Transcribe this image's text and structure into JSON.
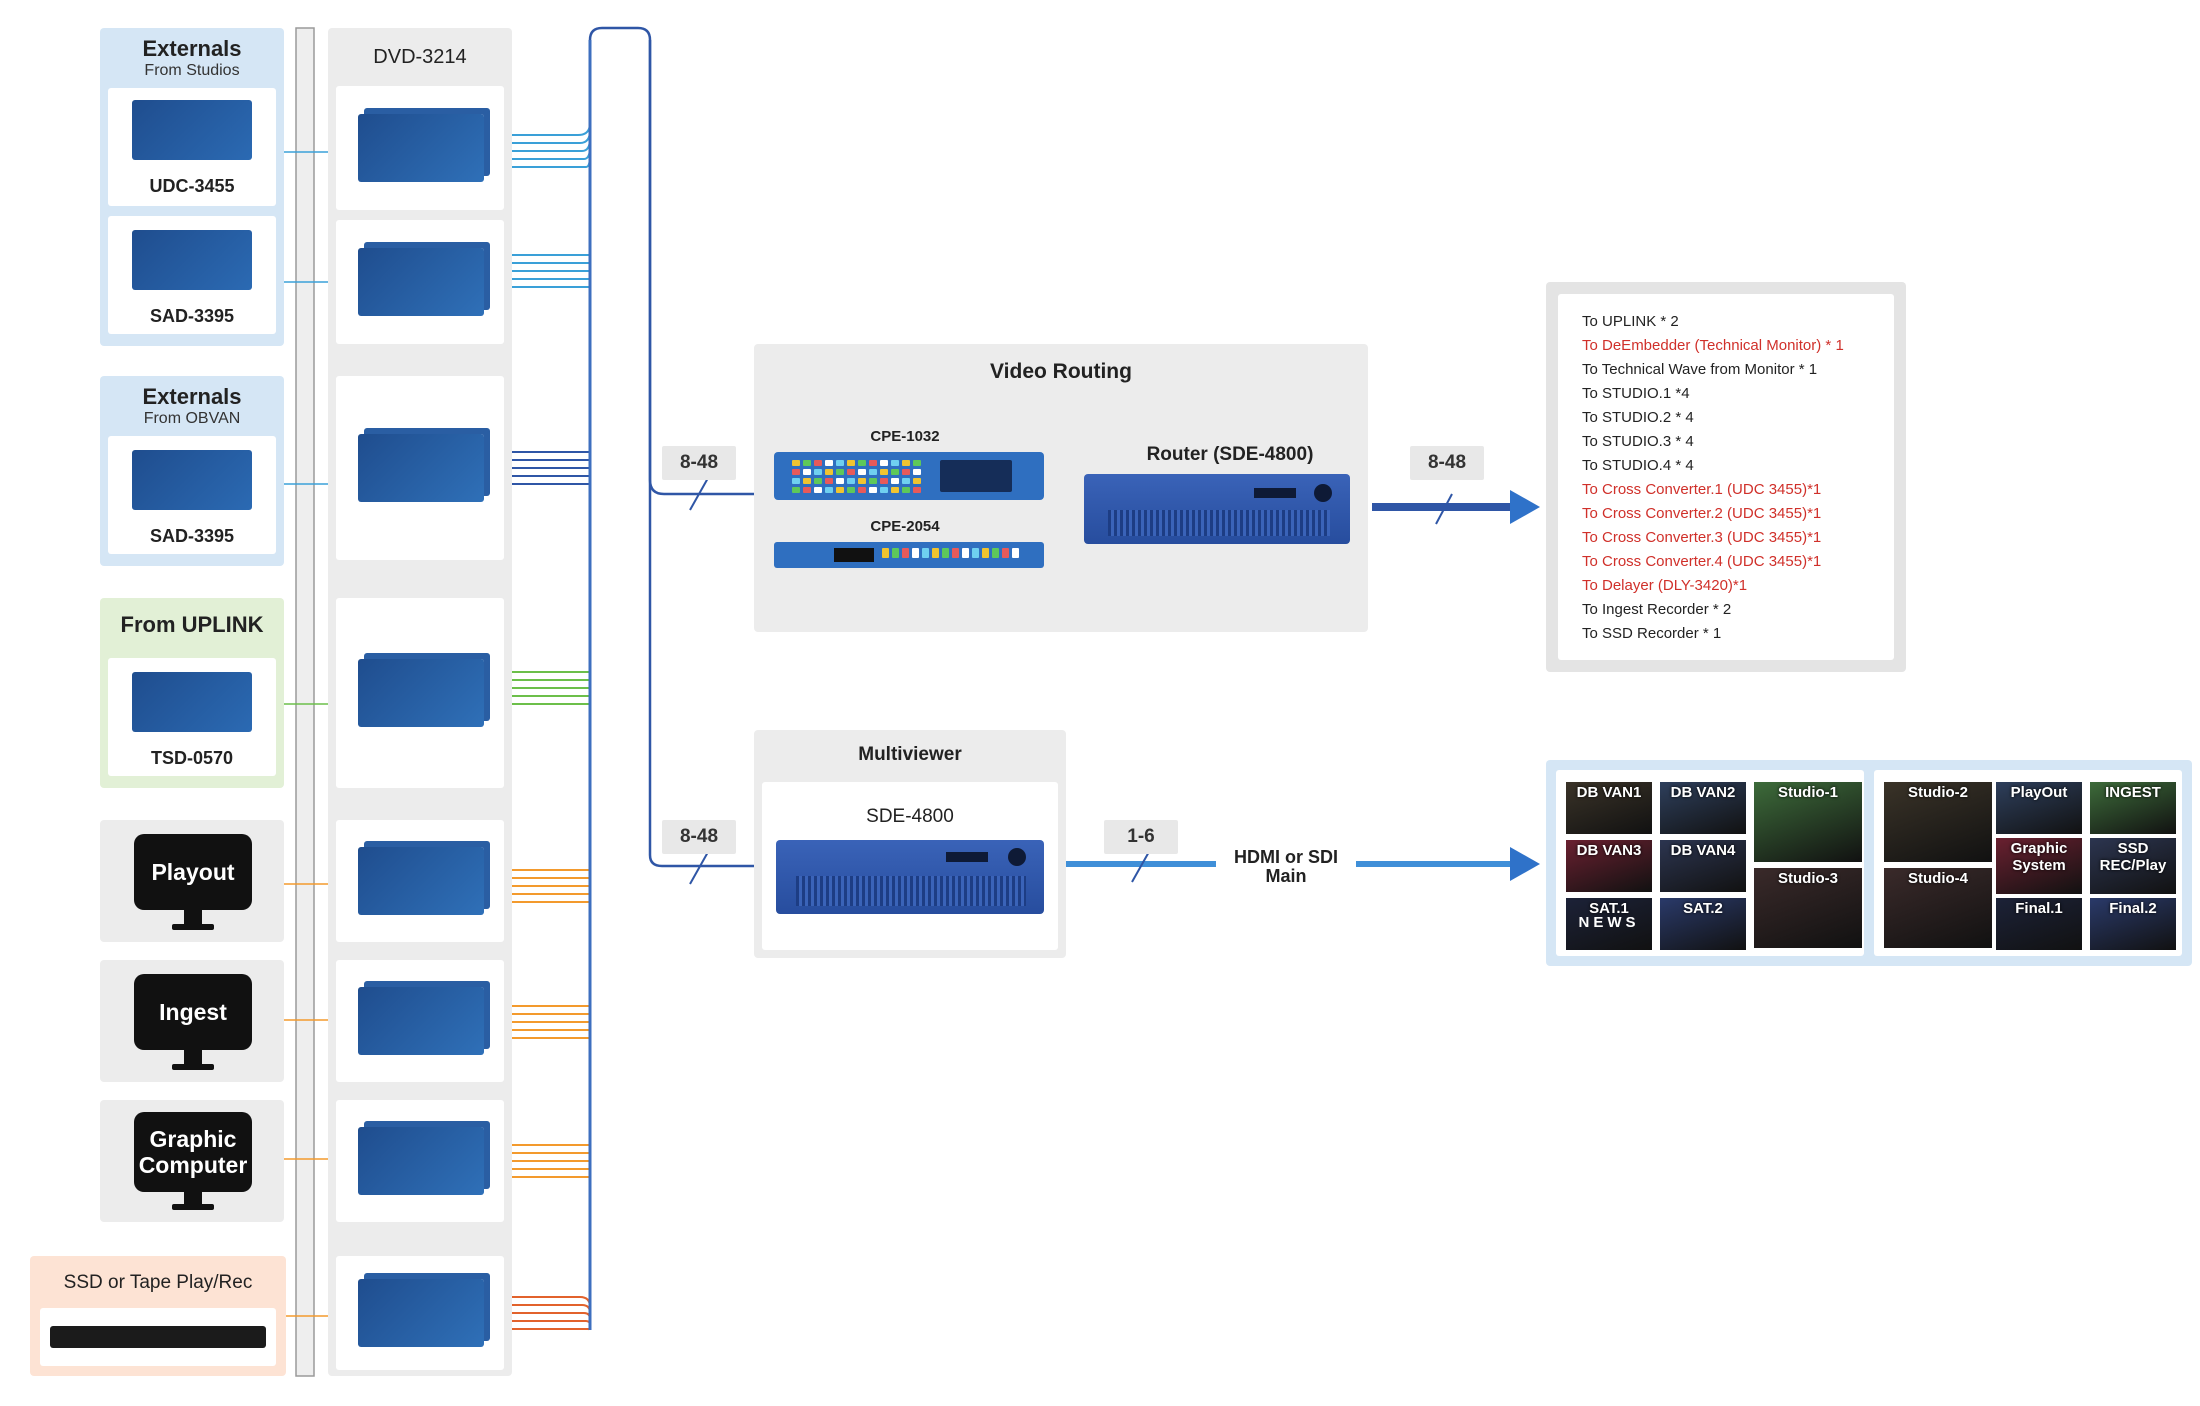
{
  "left": {
    "externals_studios": {
      "title": "Externals",
      "subtitle": "From Studios",
      "devices": [
        "UDC-3455",
        "SAD-3395"
      ]
    },
    "externals_obvan": {
      "title": "Externals",
      "subtitle": "From OBVAN",
      "device": "SAD-3395"
    },
    "uplink": {
      "title": "From UPLINK",
      "device": "TSD-0570"
    },
    "monitors": [
      {
        "label": "Playout"
      },
      {
        "label": "Ingest"
      },
      {
        "label": "Graphic Computer"
      }
    ],
    "ssd": {
      "title": "SSD or Tape Play/Rec"
    }
  },
  "dvd": {
    "title": "DVD-3214"
  },
  "tags": {
    "router_in": "8-48",
    "router_out": "8-48",
    "mv_in": "8-48",
    "mv_out": "1-6"
  },
  "routing": {
    "title": "Video Routing",
    "panel1": "CPE-1032",
    "panel2": "CPE-2054",
    "router": "Router (SDE-4800)"
  },
  "multiviewer": {
    "title": "Multiviewer",
    "device": "SDE-4800"
  },
  "hdmi": {
    "line1": "HDMI or SDI",
    "line2": "Main"
  },
  "outputs": [
    {
      "text": "To UPLINK * 2",
      "color": "#222222"
    },
    {
      "text": "To DeEmbedder (Technical Monitor) * 1",
      "color": "#d0302a"
    },
    {
      "text": "To Technical Wave from Monitor * 1",
      "color": "#222222"
    },
    {
      "text": "To STUDIO.1 *4",
      "color": "#222222"
    },
    {
      "text": "To STUDIO.2 * 4",
      "color": "#222222"
    },
    {
      "text": "To STUDIO.3 * 4",
      "color": "#222222"
    },
    {
      "text": "To STUDIO.4 * 4",
      "color": "#222222"
    },
    {
      "text": "To Cross Converter.1 (UDC 3455)*1",
      "color": "#d0302a"
    },
    {
      "text": "To Cross Converter.2 (UDC 3455)*1",
      "color": "#d0302a"
    },
    {
      "text": "To Cross Converter.3 (UDC 3455)*1",
      "color": "#d0302a"
    },
    {
      "text": "To Cross Converter.4 (UDC 3455)*1",
      "color": "#d0302a"
    },
    {
      "text": "To Delayer (DLY-3420)*1",
      "color": "#d0302a"
    },
    {
      "text": "To Ingest Recorder * 2",
      "color": "#222222"
    },
    {
      "text": "To SSD Recorder * 1",
      "color": "#222222"
    }
  ],
  "mv_tiles": {
    "left": [
      "DB VAN1",
      "DB VAN2",
      "Studio-1",
      "DB VAN3",
      "DB VAN4",
      "Studio-3",
      "SAT.1",
      "SAT.2"
    ],
    "right": [
      "Studio-2",
      "PlayOut",
      "INGEST",
      "Graphic System",
      "SSD REC/Play",
      "Studio-4",
      "Final.1",
      "Final.2"
    ]
  },
  "tile_overlays": {
    "news": "NEWS"
  },
  "colors": {
    "blue_line": "#2f56a6",
    "cyan_line": "#3aa0d8",
    "green_line": "#6cbf4a",
    "orange_line": "#f39a2d",
    "light_blue_panel": "#d5e6f5",
    "light_green_panel": "#e2f0d6",
    "peach_panel": "#fde3d4",
    "gray_panel": "#ececec"
  }
}
